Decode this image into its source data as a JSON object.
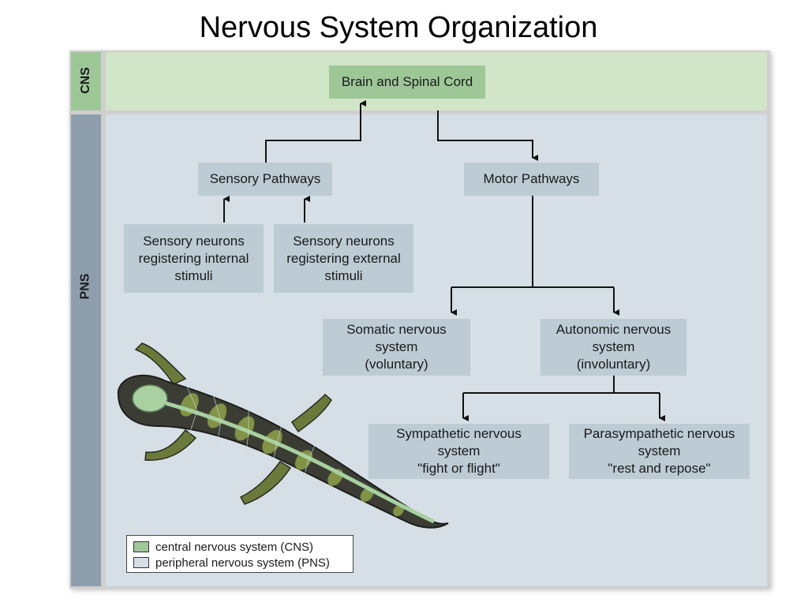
{
  "title": "Nervous System Organization",
  "side_labels": {
    "cns": "CNS",
    "pns": "PNS"
  },
  "boxes": {
    "brain": "Brain and Spinal Cord",
    "sensory_pathways": "Sensory Pathways",
    "motor_pathways": "Motor Pathways",
    "sensory_internal": "Sensory neurons\nregistering internal\nstimuli",
    "sensory_external": "Sensory neurons\nregistering external\nstimuli",
    "somatic": "Somatic nervous\nsystem\n(voluntary)",
    "autonomic": "Autonomic nervous\nsystem\n(involuntary)",
    "sympathetic": "Sympathetic nervous\nsystem\n\"fight or flight\"",
    "parasympathetic": "Parasympathetic nervous\nsystem\n\"rest and repose\""
  },
  "legend": {
    "cns_label": "central nervous system (CNS)",
    "pns_label": "peripheral nervous system (PNS)",
    "cns_color": "#9ec798",
    "pns_color": "#d5dfe5"
  },
  "illustration": {
    "icon": "salamander-illustration"
  }
}
